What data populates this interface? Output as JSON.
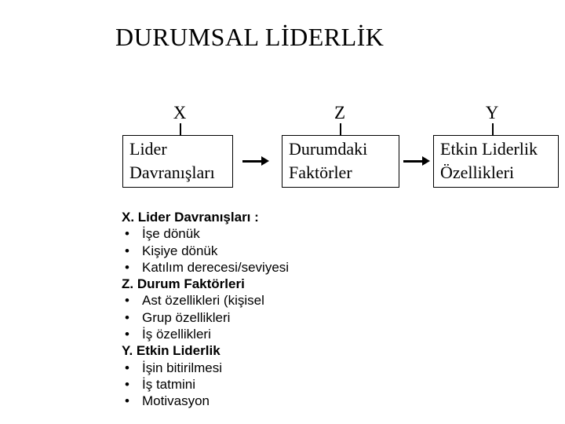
{
  "title": "DURUMSAL LİDERLİK",
  "diagram": {
    "nodes": [
      {
        "label": "X",
        "text": "Lider Davranışları"
      },
      {
        "label": "Z",
        "text": "Durumdaki Faktörler"
      },
      {
        "label": "Y",
        "text": "Etkin Liderlik Özellikleri"
      }
    ]
  },
  "list": {
    "bullet_char": "•",
    "sections": [
      {
        "header": "X. Lider Davranışları :",
        "items": [
          "İşe dönük",
          "Kişiye dönük",
          "Katılım derecesi/seviyesi"
        ]
      },
      {
        "header": "Z. Durum Faktörleri",
        "items": [
          "Ast özellikleri (kişisel",
          "Grup özellikleri",
          "İş özellikleri"
        ]
      },
      {
        "header": "Y. Etkin Liderlik",
        "items": [
          "İşin bitirilmesi",
          "İş tatmini",
          "Motivasyon"
        ]
      }
    ]
  },
  "colors": {
    "background": "#ffffff",
    "text": "#000000",
    "box_border": "#000000",
    "arrow": "#000000"
  }
}
